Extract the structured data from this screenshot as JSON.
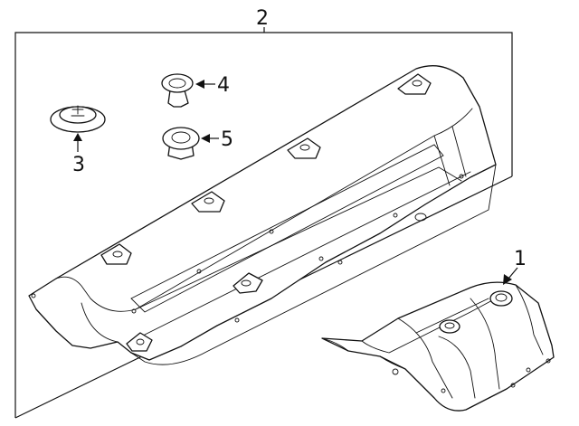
{
  "callouts": {
    "c1": "1",
    "c2": "2",
    "c3": "3",
    "c4": "4",
    "c5": "5"
  },
  "parts": [
    {
      "ref": "1",
      "icon": "heat-shield-icon"
    },
    {
      "ref": "2",
      "icon": "underbody-shield-icon"
    },
    {
      "ref": "3",
      "icon": "bolt-washer-icon"
    },
    {
      "ref": "4",
      "icon": "nut-icon"
    },
    {
      "ref": "5",
      "icon": "nut-icon"
    }
  ]
}
